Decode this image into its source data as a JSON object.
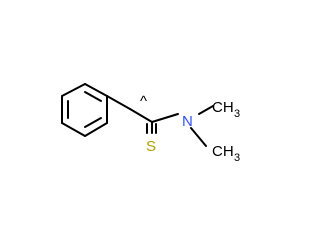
{
  "atoms": {
    "nitrogen": "N",
    "sulfur": "S",
    "methyl_top_c": "CH",
    "methyl_top_n": "3",
    "methyl_bottom_c": "CH",
    "methyl_bottom_n": "3",
    "radical": "^"
  },
  "colors": {
    "bond": "#000000",
    "nitrogen": "#3050F8",
    "sulfur": "#B2A000",
    "carbon": "#000000"
  }
}
